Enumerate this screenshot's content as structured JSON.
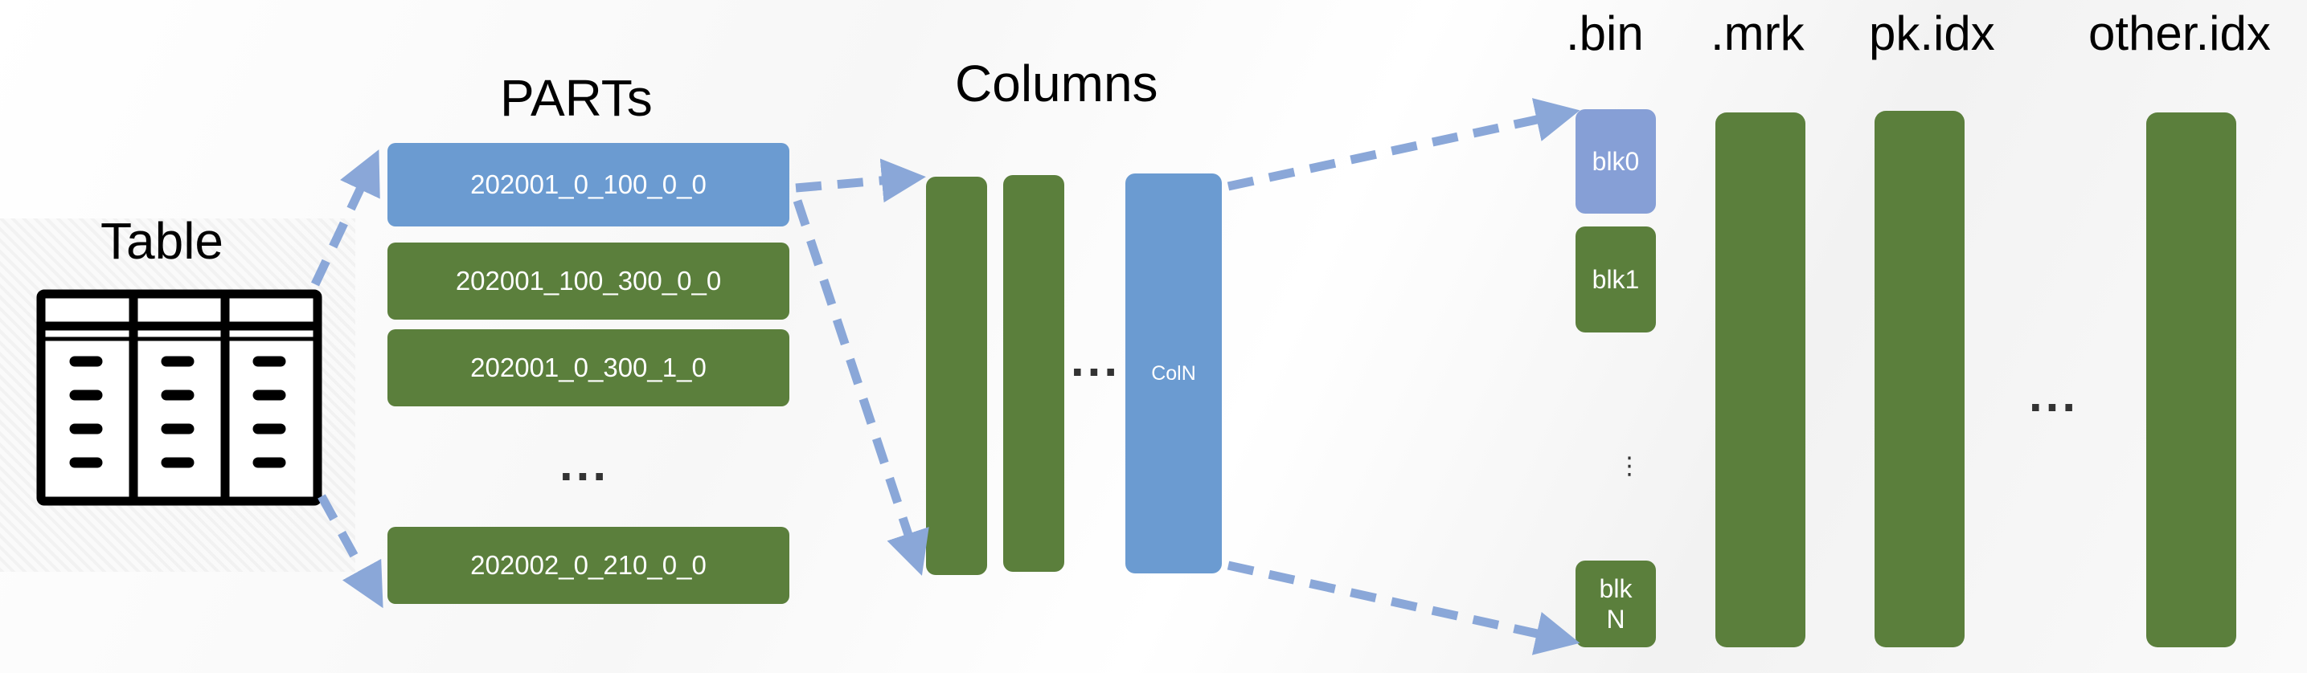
{
  "table": {
    "title": "Table",
    "icon": "table-icon"
  },
  "parts": {
    "title": "PARTs",
    "items": [
      "202001_0_100_0_0",
      "202001_100_300_0_0",
      "202001_0_300_1_0",
      "202002_0_210_0_0"
    ],
    "ellipsis": "..."
  },
  "columns": {
    "title": "Columns",
    "ellipsis": "...",
    "last_label": "ColN"
  },
  "files": {
    "bin": {
      "title": ".bin",
      "blocks": [
        "blk0",
        "blk1",
        "blkN"
      ],
      "ellipsis": "⋮"
    },
    "mrk": {
      "title": ".mrk"
    },
    "pk": {
      "title": "pk.idx"
    },
    "other": {
      "title": "other.idx"
    },
    "ellipsis": "..."
  },
  "colors": {
    "green": "#5b7f3c",
    "blue": "#6b9bd1",
    "light_blue": "#869fd6",
    "arrow": "#8aa7d8"
  }
}
